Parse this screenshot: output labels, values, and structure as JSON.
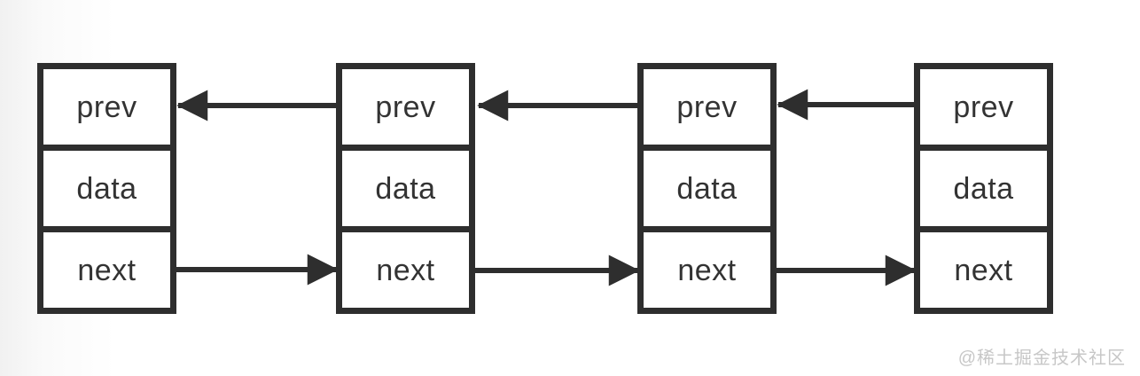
{
  "diagram": {
    "type": "doubly-linked-list",
    "node_count": 4,
    "nodes": [
      {
        "labels": [
          "prev",
          "data",
          "next"
        ]
      },
      {
        "labels": [
          "prev",
          "data",
          "next"
        ]
      },
      {
        "labels": [
          "prev",
          "data",
          "next"
        ]
      },
      {
        "labels": [
          "prev",
          "data",
          "next"
        ]
      }
    ],
    "links": {
      "prev_arrows": [
        "node2-to-node1",
        "node3-to-node2",
        "node4-to-node3"
      ],
      "next_arrows": [
        "node1-to-node2",
        "node2-to-node3",
        "node3-to-node4"
      ]
    }
  },
  "watermark": {
    "text": "@稀土掘金技术社区"
  },
  "colors": {
    "stroke": "#2e2e2e",
    "label_text": "#333333",
    "watermark_text": "#c7c7c7",
    "background": "#ffffff"
  }
}
